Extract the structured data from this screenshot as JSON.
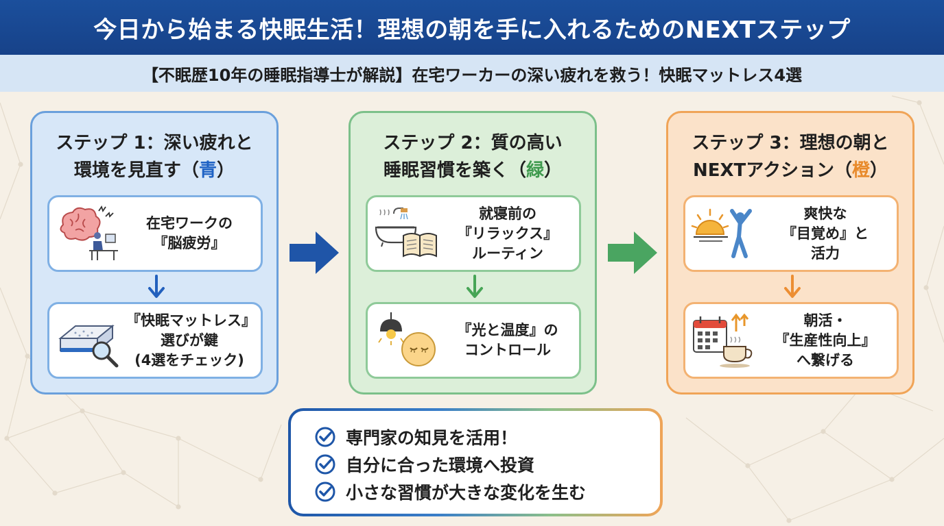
{
  "header": {
    "title": "今日から始まる快眠生活！理想の朝を手に入れるためのNEXTステップ",
    "subtitle": "【不眠歴10年の睡眠指導士が解説】在宅ワーカーの深い疲れを救う！快眠マットレス4選"
  },
  "steps": [
    {
      "title_line1": "ステップ 1：深い疲れと",
      "title_line2_pre": "環境を見直す（",
      "title_accent": "青",
      "title_line2_post": "）",
      "accent_color": "#1e62c4",
      "cards": [
        {
          "icon": "tired-brain-desk-icon",
          "lines": [
            "在宅ワークの",
            "『脳疲労』"
          ]
        },
        {
          "icon": "mattress-magnifier-icon",
          "lines": [
            "『快眠マットレス』",
            "選びが鍵",
            "(4選をチェック)"
          ]
        }
      ]
    },
    {
      "title_line1": "ステップ 2：質の高い",
      "title_line2_pre": "睡眠習慣を築く（",
      "title_accent": "緑",
      "title_line2_post": "）",
      "accent_color": "#3f9a4e",
      "cards": [
        {
          "icon": "bath-book-icon",
          "lines": [
            "就寝前の",
            "『リラックス』",
            "ルーティン"
          ]
        },
        {
          "icon": "lamp-sleep-face-icon",
          "lines": [
            "『光と温度』の",
            "コントロール"
          ]
        }
      ]
    },
    {
      "title_line1": "ステップ 3：理想の朝と",
      "title_line2_pre": "NEXTアクション（",
      "title_accent": "橙",
      "title_line2_post": "）",
      "accent_color": "#e88a2b",
      "cards": [
        {
          "icon": "sunrise-stretch-icon",
          "lines": [
            "爽快な",
            "『目覚め』と",
            "活力"
          ]
        },
        {
          "icon": "calendar-coffee-icon",
          "lines": [
            "朝活・",
            "『生産性向上』",
            "へ繋げる"
          ]
        }
      ]
    }
  ],
  "summary": {
    "items": [
      "専門家の知見を活用！",
      "自分に合った環境へ投資",
      "小さな習慣が大きな変化を生む"
    ]
  }
}
